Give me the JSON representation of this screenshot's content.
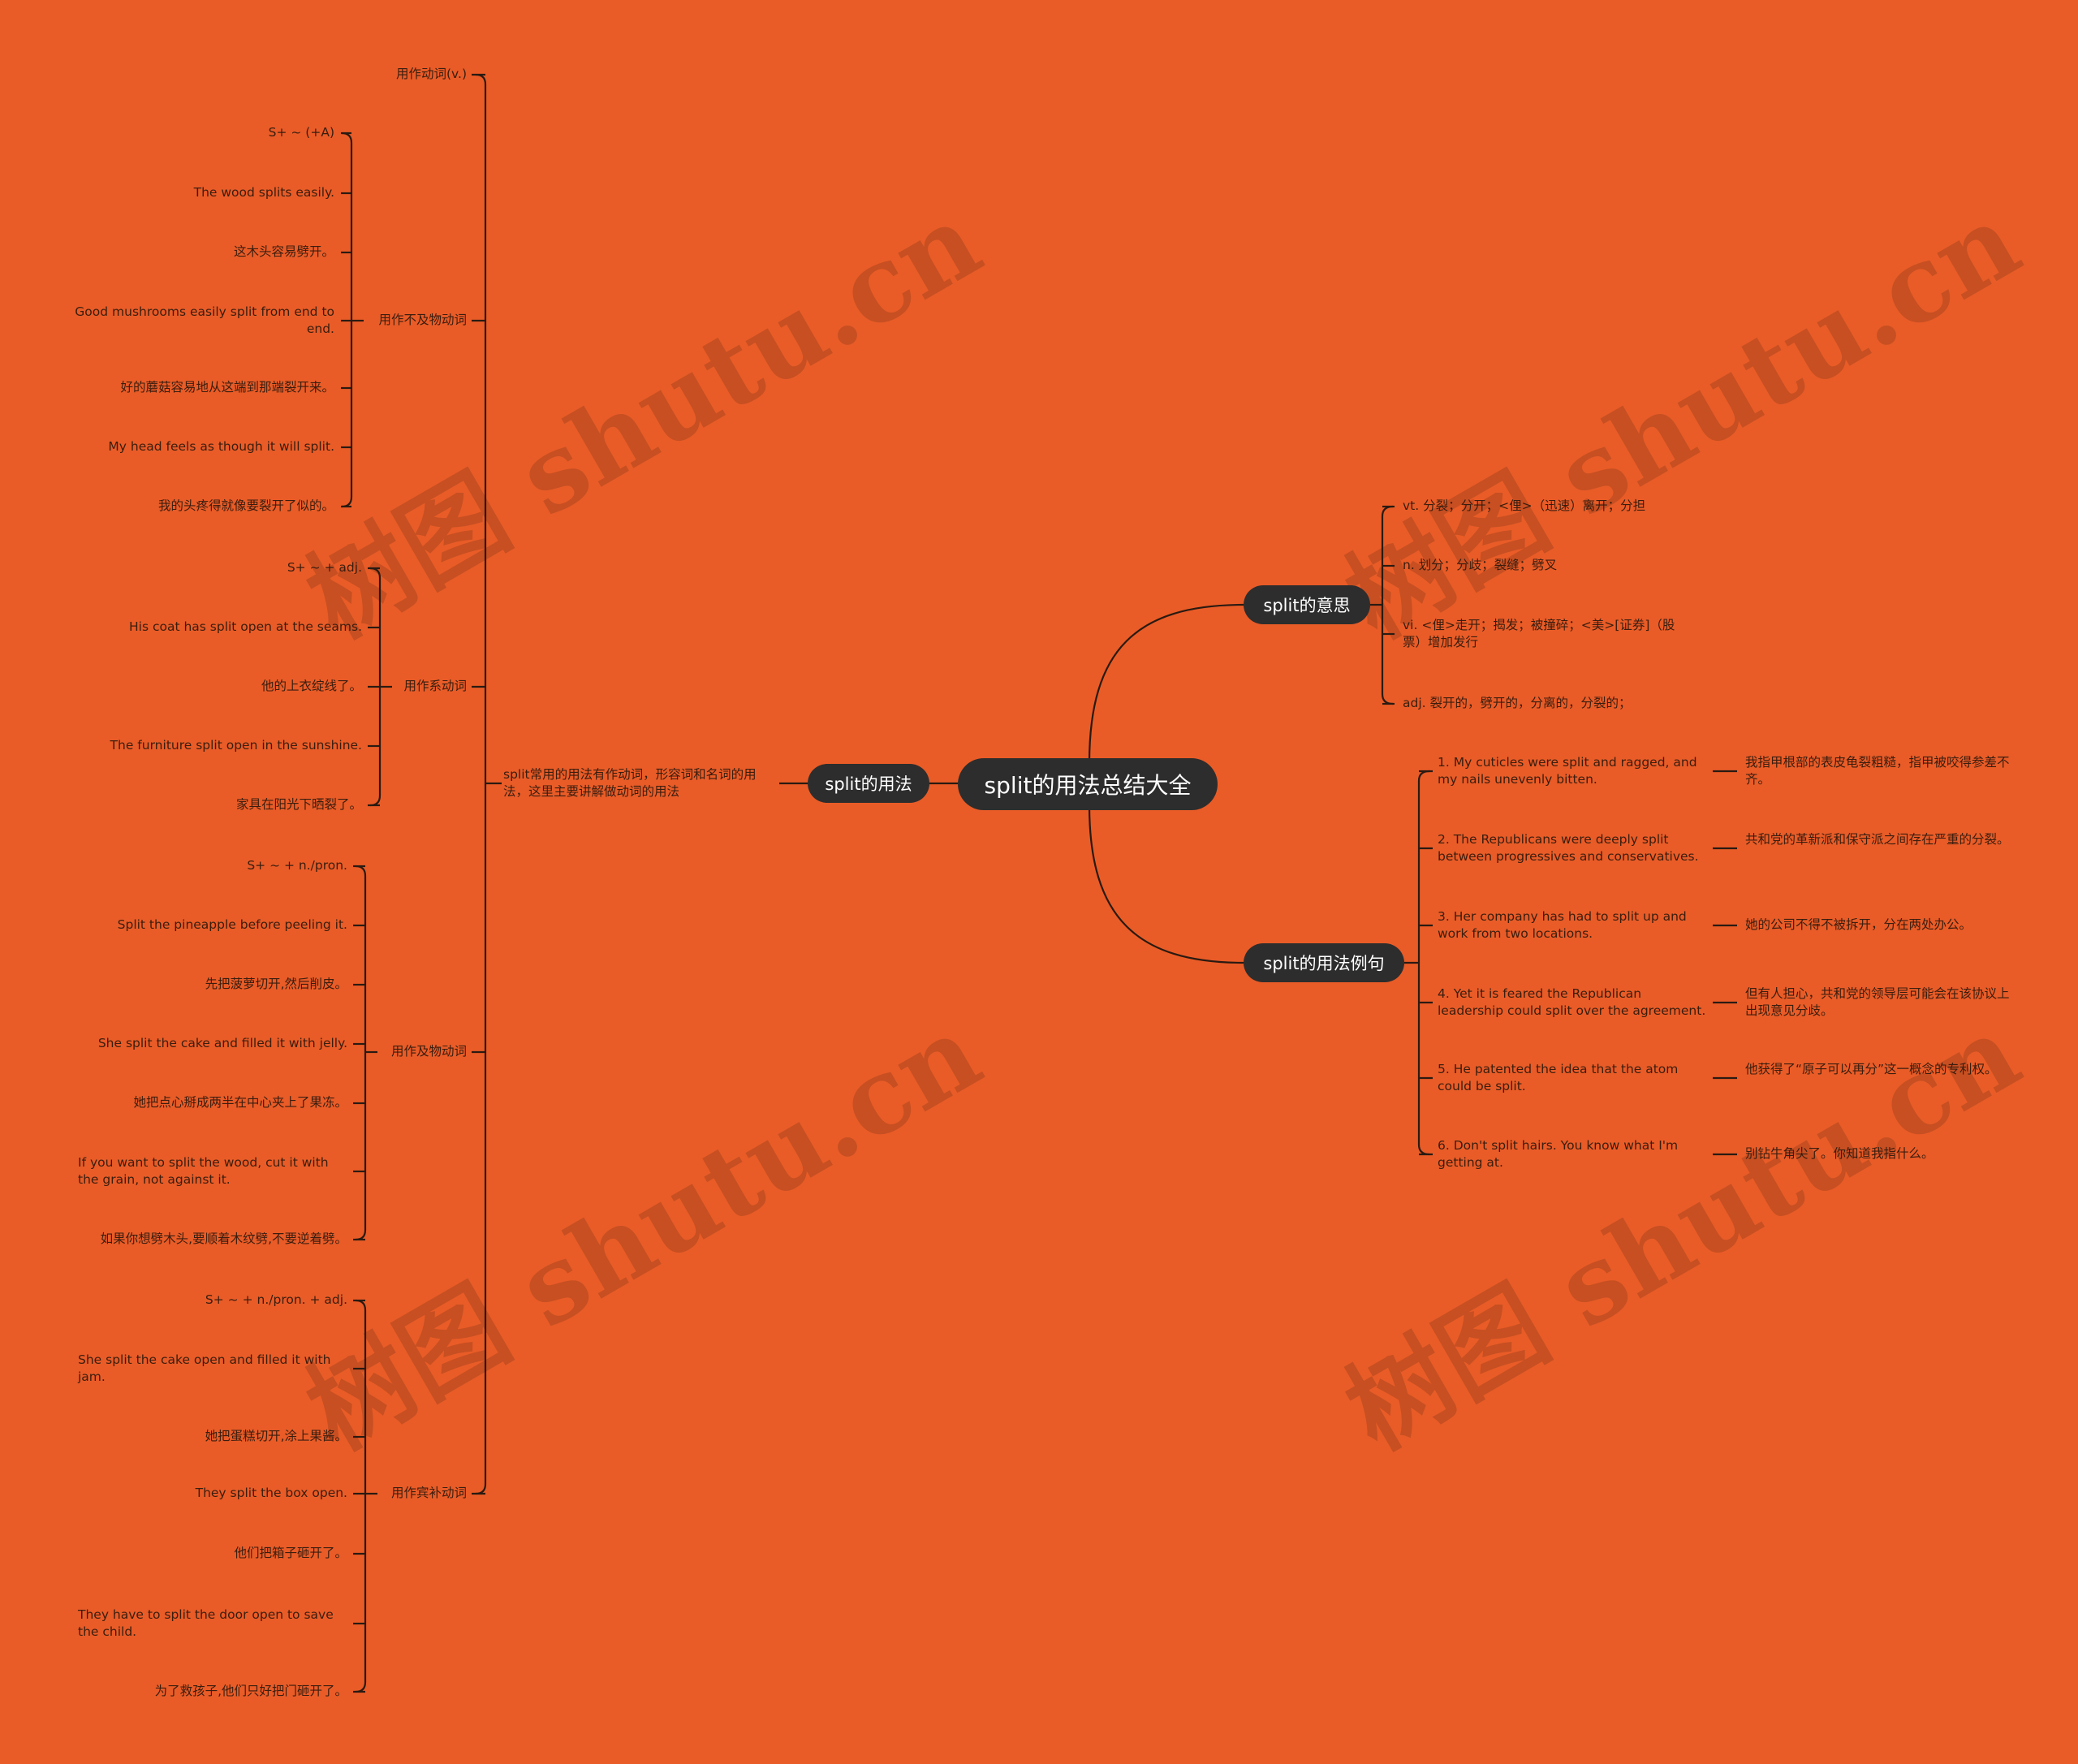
{
  "root": {
    "text": "split的用法总结大全"
  },
  "watermark": "树图 shutu.cn",
  "usage": {
    "label": "split的用法",
    "summary": "split常用的用法有作动词，形容词和名词的用法，这里主要讲解做动词的用法",
    "verb_heading": "用作动词(v.)",
    "intransitive": {
      "label": "用作不及物动词",
      "items": [
        "S+ ~ (+A)",
        "The wood splits easily.",
        "这木头容易劈开。",
        "Good mushrooms easily split from end to end.",
        "好的蘑菇容易地从这端到那端裂开来。",
        "My head feels as though it will split.",
        "我的头疼得就像要裂开了似的。"
      ]
    },
    "linking": {
      "label": "用作系动词",
      "items": [
        "S+ ~ + adj.",
        "His coat has split open at the seams.",
        "他的上衣绽线了。",
        "The furniture split open in the sunshine.",
        "家具在阳光下晒裂了。"
      ]
    },
    "transitive": {
      "label": "用作及物动词",
      "items": [
        "S+ ~ + n./pron.",
        "Split the pineapple before peeling it.",
        "先把菠萝切开,然后削皮。",
        "She split the cake and filled it with jelly.",
        "她把点心掰成两半在中心夹上了果冻。",
        "If you want to split the wood, cut it with the grain, not against it.",
        "如果你想劈木头,要顺着木纹劈,不要逆着劈。"
      ]
    },
    "complex": {
      "label": "用作宾补动词",
      "items": [
        "S+ ~ + n./pron. + adj.",
        "She split the cake open and filled it with jam.",
        "她把蛋糕切开,涂上果酱。",
        "They split the box open.",
        "他们把箱子砸开了。",
        "They have to split the door open to save the child.",
        "为了救孩子,他们只好把门砸开了。"
      ]
    }
  },
  "meaning": {
    "label": "split的意思",
    "items": [
      "vt. 分裂；分开；<俚>（迅速）离开；分担",
      "n. 划分；分歧；裂缝；劈叉",
      "vi. <俚>走开；揭发；被撞碎；<美>[证券]（股票）增加发行",
      "adj. 裂开的，劈开的，分离的，分裂的；"
    ]
  },
  "examples": {
    "label": "split的用法例句",
    "items": [
      {
        "en": "1. My cuticles were split and ragged, and my nails unevenly bitten.",
        "zh": "我指甲根部的表皮龟裂粗糙，指甲被咬得参差不齐。"
      },
      {
        "en": "2. The Republicans were deeply split between progressives and conservatives.",
        "zh": "共和党的革新派和保守派之间存在严重的分裂。"
      },
      {
        "en": "3. Her company has had to split up and work from two locations.",
        "zh": "她的公司不得不被拆开，分在两处办公。"
      },
      {
        "en": "4. Yet it is feared the Republican leadership could split over the agreement.",
        "zh": "但有人担心，共和党的领导层可能会在该协议上出现意见分歧。"
      },
      {
        "en": "5. He patented the idea that the atom could be split.",
        "zh": "他获得了“原子可以再分”这一概念的专利权。"
      },
      {
        "en": "6. Don't split hairs. You know what I'm getting at.",
        "zh": "别钻牛角尖了。你知道我指什么。"
      }
    ]
  }
}
